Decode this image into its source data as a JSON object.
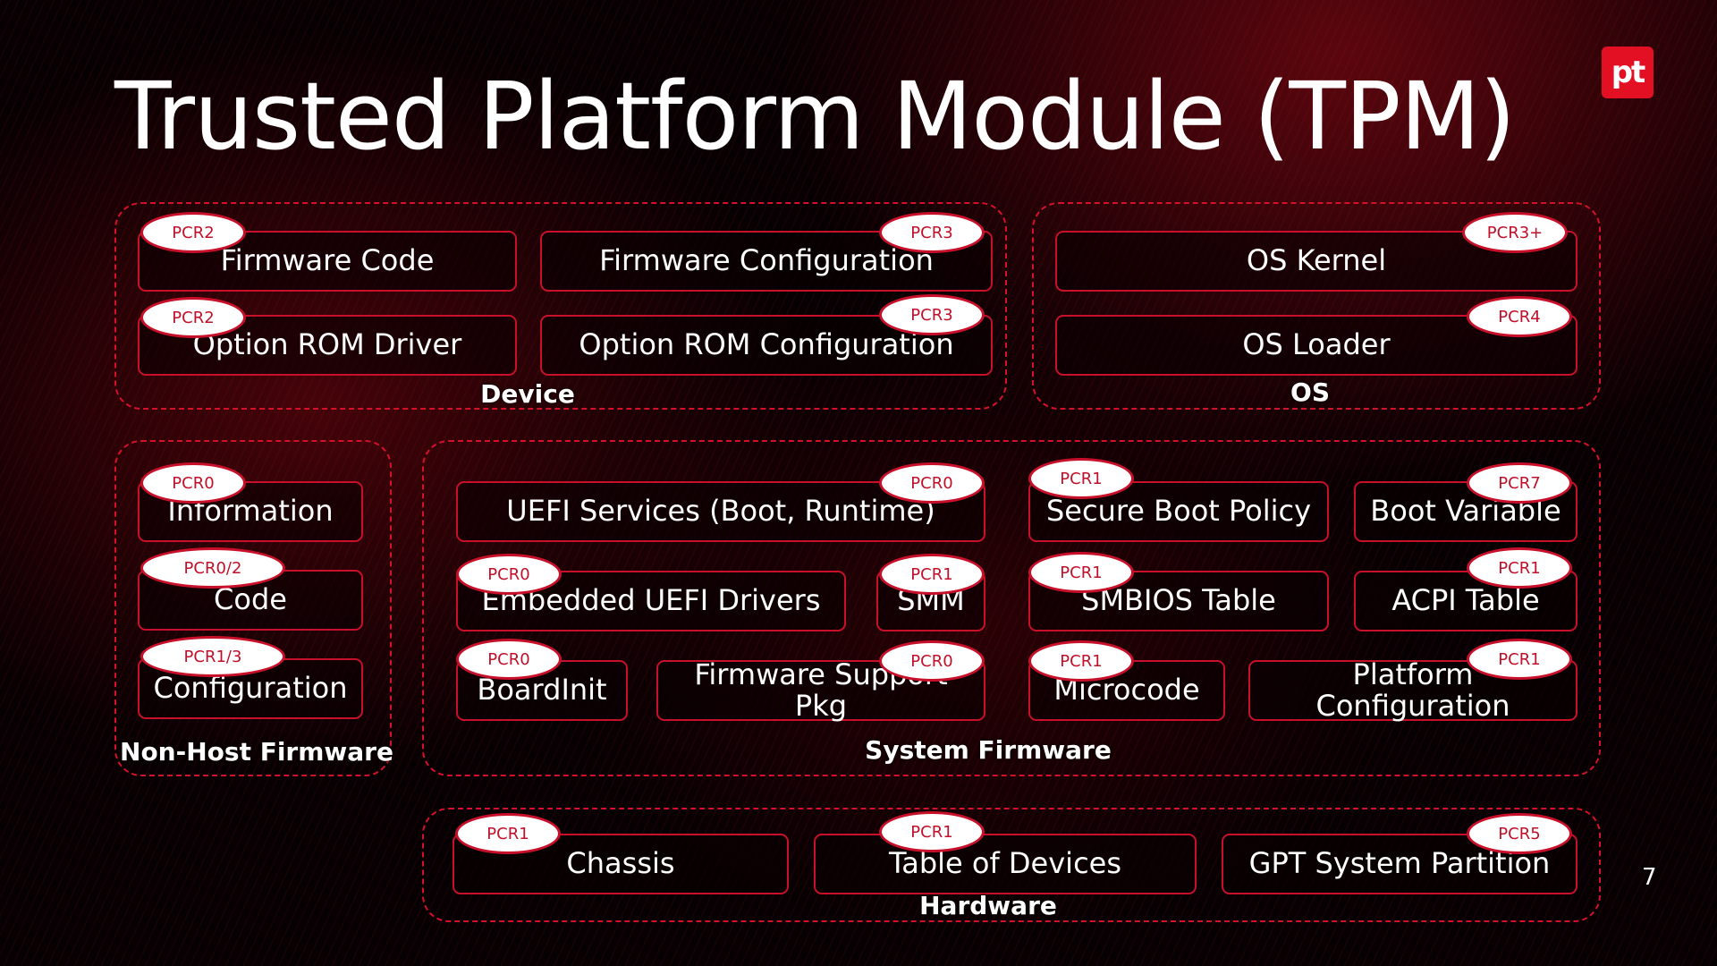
{
  "title": "Trusted Platform Module (TPM)",
  "logo": "pt",
  "page_number": "7",
  "groups": {
    "device": "Device",
    "os": "OS",
    "non_host_firmware": "Non-Host Firmware",
    "system_firmware": "System Firmware",
    "hardware": "Hardware"
  },
  "boxes": {
    "firmware_code": {
      "label": "Firmware Code",
      "pcr": "PCR2"
    },
    "firmware_configuration": {
      "label": "Firmware Configuration",
      "pcr": "PCR3"
    },
    "option_rom_driver": {
      "label": "Option ROM Driver",
      "pcr": "PCR2"
    },
    "option_rom_configuration": {
      "label": "Option ROM Configuration",
      "pcr": "PCR3"
    },
    "os_kernel": {
      "label": "OS Kernel",
      "pcr": "PCR3+"
    },
    "os_loader": {
      "label": "OS Loader",
      "pcr": "PCR4"
    },
    "information": {
      "label": "Information",
      "pcr": "PCR0"
    },
    "code": {
      "label": "Code",
      "pcr": "PCR0/2"
    },
    "configuration": {
      "label": "Configuration",
      "pcr": "PCR1/3"
    },
    "uefi_services": {
      "label": "UEFI Services (Boot, Runtime)",
      "pcr": "PCR0"
    },
    "secure_boot_policy": {
      "label": "Secure Boot Policy",
      "pcr": "PCR1"
    },
    "boot_variable": {
      "label": "Boot Variable",
      "pcr": "PCR7"
    },
    "embedded_uefi_drivers": {
      "label": "Embedded UEFI Drivers",
      "pcr": "PCR0"
    },
    "smm": {
      "label": "SMM",
      "pcr": "PCR1"
    },
    "smbios_table": {
      "label": "SMBIOS Table",
      "pcr": "PCR1"
    },
    "acpi_table": {
      "label": "ACPI Table",
      "pcr": "PCR1"
    },
    "boardinit": {
      "label": "BoardInit",
      "pcr": "PCR0"
    },
    "firmware_support_pkg": {
      "label": "Firmware Support Pkg",
      "pcr": "PCR0"
    },
    "microcode": {
      "label": "Microcode",
      "pcr": "PCR1"
    },
    "platform_configuration": {
      "label": "Platform Configuration",
      "pcr": "PCR1"
    },
    "chassis": {
      "label": "Chassis",
      "pcr": "PCR1"
    },
    "table_of_devices": {
      "label": "Table of Devices",
      "pcr": "PCR1"
    },
    "gpt_system_partition": {
      "label": "GPT System Partition",
      "pcr": "PCR5"
    }
  },
  "colors": {
    "accent_red": "#c8102a",
    "logo_red": "#e30f23",
    "background": "#060002"
  }
}
